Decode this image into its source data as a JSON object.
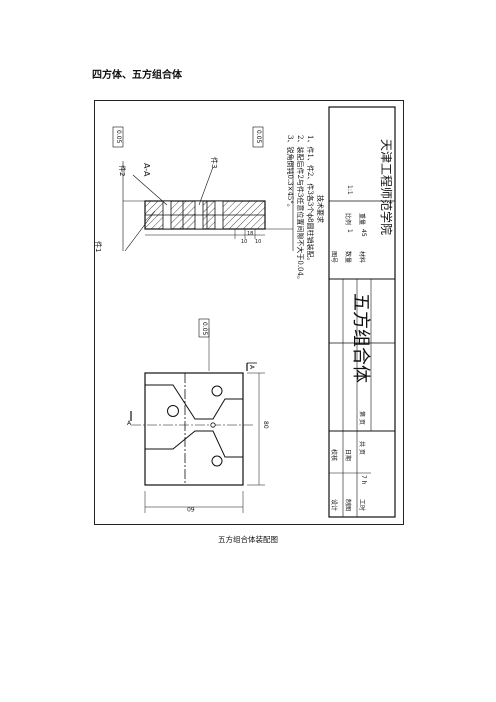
{
  "page": {
    "heading": "四方体、五方组合体",
    "caption": "五方组合体装配图"
  },
  "drawing": {
    "section_label": "A-A",
    "section_mark": "A",
    "part_labels": [
      "件1",
      "件2",
      "件3"
    ],
    "tolerance_flatness": "0.05",
    "dimensions": {
      "width": "60",
      "height": "80",
      "small_a": "10",
      "small_b": "18",
      "small_c": "10"
    },
    "tech_requirements": {
      "title": "技术要求",
      "items": [
        "1、件1、件2、件3各3个ϕ8圆柱销装配。",
        "2、装配后件2与件3任意位置间隙不大于0.04。",
        "3、锐角倒钝0.3×45°。"
      ]
    },
    "title_block": {
      "drawing_name": "五方组合体",
      "school": "天津工程师范学院",
      "rows": [
        {
          "label": "设计",
          "value": "",
          "label2": "校核",
          "value2": ""
        },
        {
          "label": "制图",
          "value": "",
          "label2": "日期",
          "value2": ""
        },
        {
          "label": "工时",
          "value": "7 h",
          "label2": "共 页",
          "value2": "第 页"
        }
      ],
      "fields": [
        {
          "label": "图号",
          "value": ""
        },
        {
          "label": "数量",
          "value": "1",
          "label2": "比例",
          "value2": "1:1"
        },
        {
          "label": "材料",
          "value": "45",
          "label2": "重量",
          "value2": ""
        }
      ]
    }
  }
}
